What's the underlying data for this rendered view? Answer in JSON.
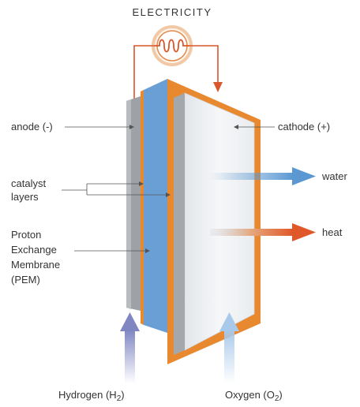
{
  "title": "ELECTRICITY",
  "labels": {
    "anode": "anode (-)",
    "cathode": "cathode (+)",
    "catalyst_line1": "catalyst",
    "catalyst_line2": "layers",
    "pem_line1": "Proton",
    "pem_line2": "Exchange",
    "pem_line3": "Membrane",
    "pem_line4": "(PEM)",
    "water": "water",
    "heat": "heat",
    "hydrogen": "Hydrogen (H",
    "hydrogen_sub": "2",
    "oxygen": "Oxygen (O",
    "oxygen_sub": "2"
  },
  "colors": {
    "wire": "#d9572b",
    "membrane": "#6a9fd6",
    "frame": "#e8892f",
    "anode_plate": "#9ea2a6",
    "cathode_plate": "#eceef1",
    "water_arrow": "#5b98d2",
    "heat_arrow": "#e0572a",
    "hydrogen_arrow": "#7f86c2",
    "oxygen_arrow": "#a9c9ea"
  },
  "icons": {
    "power": "lightbulb-filament-icon"
  }
}
